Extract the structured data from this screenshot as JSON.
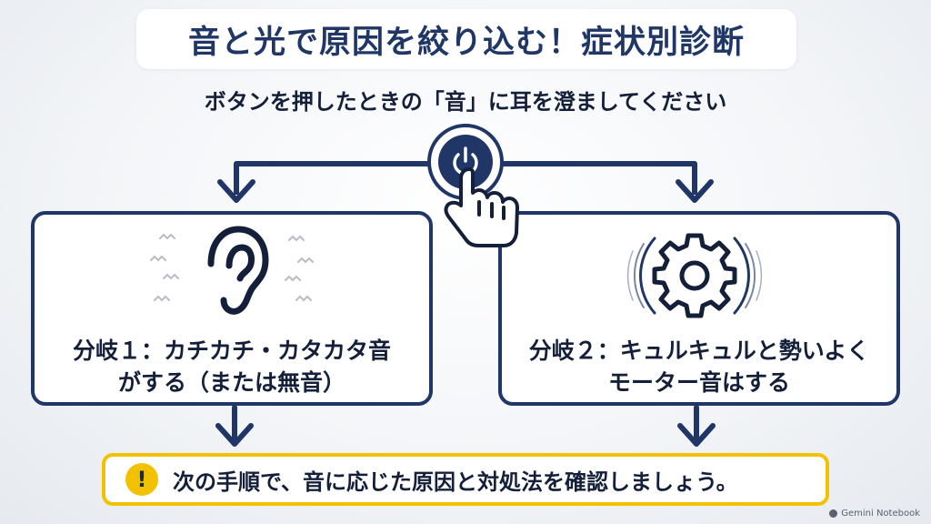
{
  "title": "音と光で原因を絞り込む！症状別診断",
  "subtitle": "ボタンを押したときの「音」に耳を澄ましてください",
  "branches": [
    {
      "icon": "ear-icon",
      "line1": "分岐１：カチカチ・カタカタ音",
      "line2": "がする（または無音）"
    },
    {
      "icon": "gear-icon",
      "line1": "分岐２：キュルキュルと勢いよく",
      "line2": "モーター音はする"
    }
  ],
  "power_button_icon": "power-icon",
  "pointer_icon": "hand-pointer-icon",
  "footer": {
    "icon": "warning-icon",
    "mark": "!",
    "text": "次の手順で、音に応じた原因と対処法を確認しましょう。"
  },
  "watermark": "Gemini Notebook",
  "colors": {
    "navy": "#1f3666",
    "accent_yellow": "#f2c200"
  }
}
